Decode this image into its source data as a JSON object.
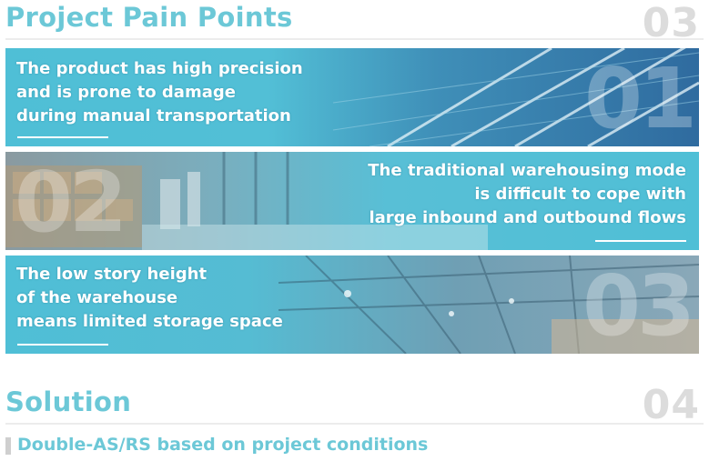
{
  "pain_points": {
    "title": "Project Pain Points",
    "number": "03",
    "items": [
      {
        "lines": [
          "The product has high precision",
          "and is prone to damage",
          "during manual transportation"
        ],
        "watermark": "01",
        "background": "solar-panel-photo"
      },
      {
        "lines": [
          "The traditional warehousing mode",
          "is difficult to cope with",
          "large inbound and outbound flows"
        ],
        "watermark": "02",
        "background": "warehouse-interior-photo"
      },
      {
        "lines": [
          "The low story height",
          "of the warehouse",
          "means limited storage space"
        ],
        "watermark": "03",
        "background": "warehouse-roof-photo"
      }
    ]
  },
  "solution": {
    "title": "Solution",
    "number": "04",
    "subtitle": "Double-AS/RS based on project conditions"
  },
  "colors": {
    "accent": "#6cc8d7",
    "number_gray": "#dcdcdc",
    "panel_overlay": "#4fbfd6"
  }
}
